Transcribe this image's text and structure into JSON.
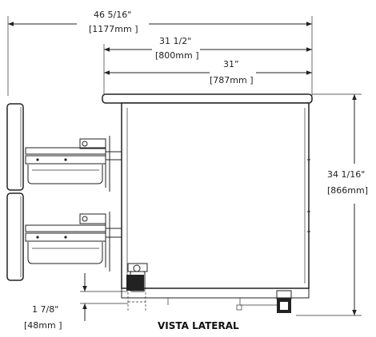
{
  "dimensions": {
    "overall_width": {
      "inch": "46 5/16\"",
      "mm": "[1177mm ]"
    },
    "body_width": {
      "inch": "31 1/2\"",
      "mm": "[800mm ]"
    },
    "cabinet_width": {
      "inch": "31”",
      "mm": "[787mm ]"
    },
    "height": {
      "inch": "34 1/16\"",
      "mm": "[866mm]"
    },
    "base_clearance": {
      "inch": "1 7/8\"",
      "mm": "[48mm ]"
    }
  },
  "caption": "VISTA LATERAL"
}
